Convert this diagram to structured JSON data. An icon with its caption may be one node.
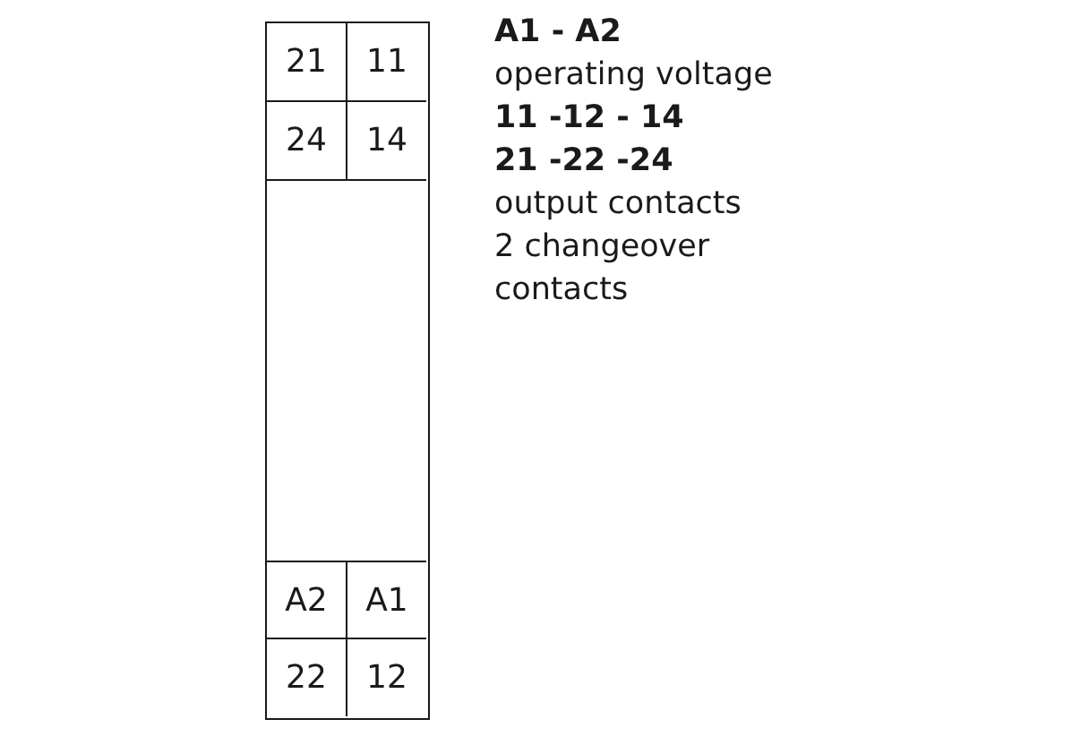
{
  "diagram": {
    "nodes": [
      {
        "text": [],
        "shape": "box"
      },
      {
        "text": [
          "21"
        ],
        "in": 0
      },
      {
        "text": [
          "11"
        ],
        "in": 0
      },
      {
        "text": [
          "24"
        ],
        "in": 0
      },
      {
        "text": [
          "14"
        ],
        "in": 0
      },
      {
        "text": [
          "A2"
        ],
        "in": 0
      },
      {
        "text": [
          "A1"
        ],
        "in": 0
      },
      {
        "text": [
          "22"
        ],
        "in": 0
      },
      {
        "text": [
          "12"
        ],
        "in": 0
      }
    ],
    "labels": [
      "A1 - A2",
      "operating voltage",
      "11 -12 - 14",
      "21 -22 -24",
      "output contacts",
      "2 changeover contacts"
    ]
  }
}
